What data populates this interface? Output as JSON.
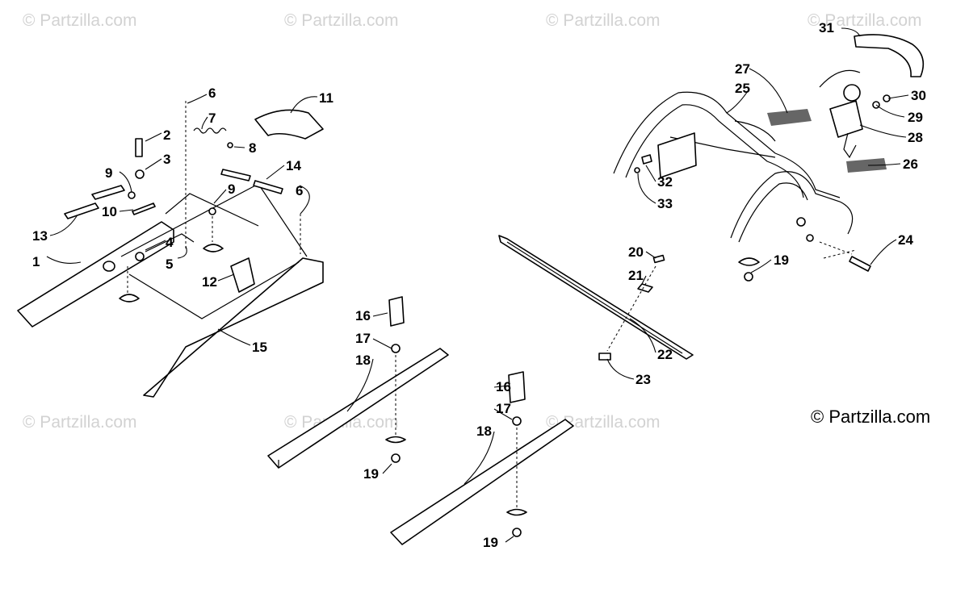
{
  "watermark": "© Partzilla.com",
  "copyright": "© Partzilla.com",
  "callouts": [
    "1",
    "2",
    "3",
    "4",
    "5",
    "6",
    "6",
    "7",
    "8",
    "9",
    "9",
    "10",
    "11",
    "12",
    "13",
    "14",
    "15",
    "16",
    "16",
    "17",
    "17",
    "18",
    "18",
    "19",
    "19",
    "19",
    "20",
    "21",
    "22",
    "23",
    "24",
    "25",
    "26",
    "27",
    "28",
    "29",
    "30",
    "31",
    "32",
    "33"
  ]
}
